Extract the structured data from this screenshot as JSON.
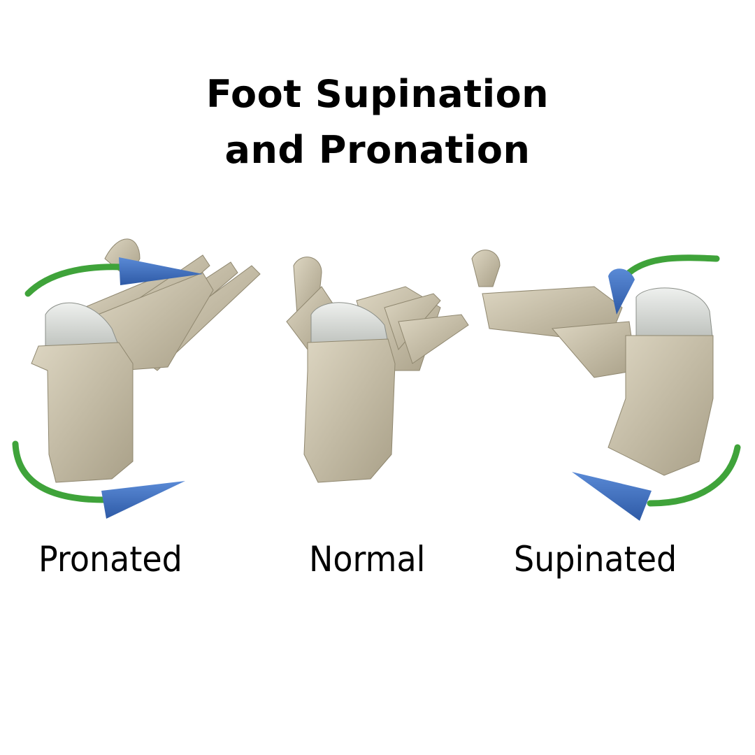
{
  "title": {
    "line1": "Foot Supination",
    "line2": "and Pronation"
  },
  "panels": [
    {
      "label": "Pronated",
      "rotation_arrows": 2,
      "arrow_direction": "inward"
    },
    {
      "label": "Normal",
      "rotation_arrows": 0
    },
    {
      "label": "Supinated",
      "rotation_arrows": 2,
      "arrow_direction": "outward"
    }
  ],
  "colors": {
    "bone": "#cbc3ad",
    "bone_shadow": "#a79f88",
    "cartilage": "#d6dad6",
    "arrow_shaft": "#3fa33a",
    "arrow_head": "#3d6fbf",
    "text": "#000000",
    "background": "#ffffff"
  }
}
